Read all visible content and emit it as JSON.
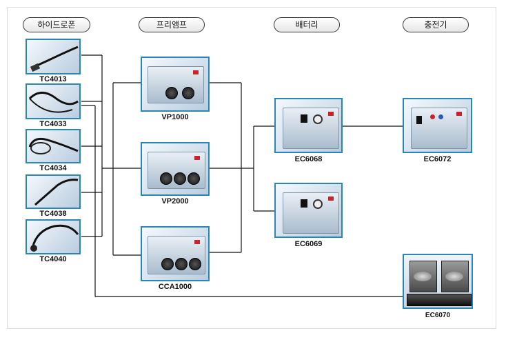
{
  "headers": {
    "hydrophone": "하이드로폰",
    "preamp": "프리앰프",
    "battery": "배터리",
    "charger": "충전기"
  },
  "hydrophones": [
    "TC4013",
    "TC4033",
    "TC4034",
    "TC4038",
    "TC4040"
  ],
  "preamps": [
    "VP1000",
    "VP2000",
    "CCA1000"
  ],
  "batteries": [
    "EC6068",
    "EC6069"
  ],
  "charger": "EC6072",
  "system": "EC6070"
}
